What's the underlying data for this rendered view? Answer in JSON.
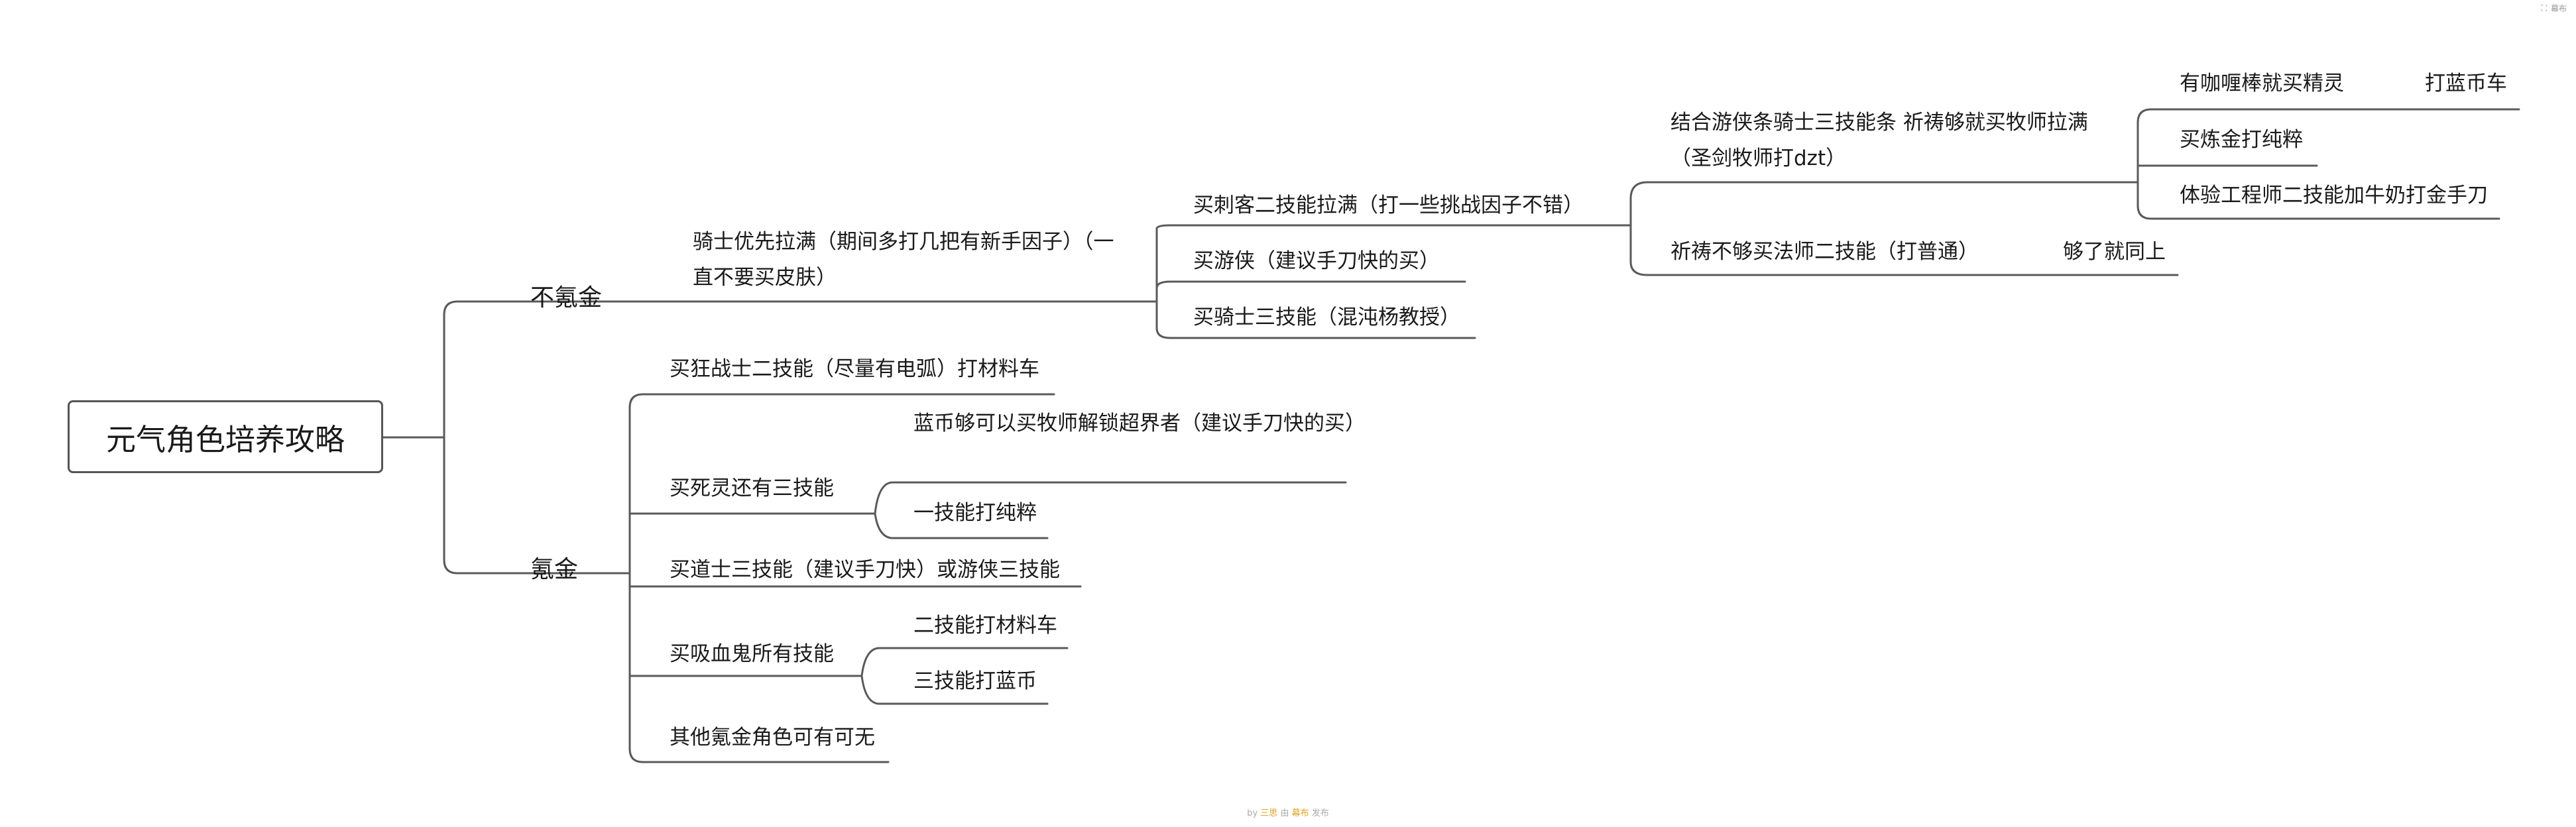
{
  "toolbar": {
    "fullscreen_label": "幕布"
  },
  "root": {
    "title": "元气角色培养攻略"
  },
  "branches": {
    "free": {
      "label": "不氪金",
      "item1": "骑士优先拉满（期间多打几把有新手因子）（一直不要买皮肤）",
      "opt1": "买刺客二技能拉满（打一些挑战因子不错）",
      "opt1_a": "结合游侠条骑士三技能条 祈祷够就买牧师拉满（圣剑牧师打dzt）",
      "opt1_a_1": "有咖喱棒就买精灵",
      "opt1_a_1_1": "打蓝币车",
      "opt1_a_2": "买炼金打纯粹",
      "opt1_a_3": "体验工程师二技能加牛奶打金手刀",
      "opt1_b": "祈祷不够买法师二技能（打普通）",
      "opt1_b_1": "够了就同上",
      "opt2": "买游侠（建议手刀快的买）",
      "opt3": "买骑士三技能（混沌杨教授）"
    },
    "paid": {
      "label": "氪金",
      "item1": "买狂战士二技能（尽量有电弧）打材料车",
      "item2": "买死灵还有三技能",
      "item2_a": "蓝币够可以买牧师解锁超界者（建议手刀快的买）",
      "item2_b": "一技能打纯粹",
      "item3": "买道士三技能（建议手刀快）或游侠三技能",
      "item4": "买吸血鬼所有技能",
      "item4_a": "二技能打材料车",
      "item4_b": "三技能打蓝币",
      "item5": "其他氪金角色可有可无"
    }
  },
  "footer": {
    "by": "by",
    "author": "三思",
    "via": "由",
    "platform": "幕布",
    "publish": "发布"
  },
  "colors": {
    "line": "#5a5a5a",
    "text": "#1a1a1a",
    "accent": "#e5a21a"
  }
}
